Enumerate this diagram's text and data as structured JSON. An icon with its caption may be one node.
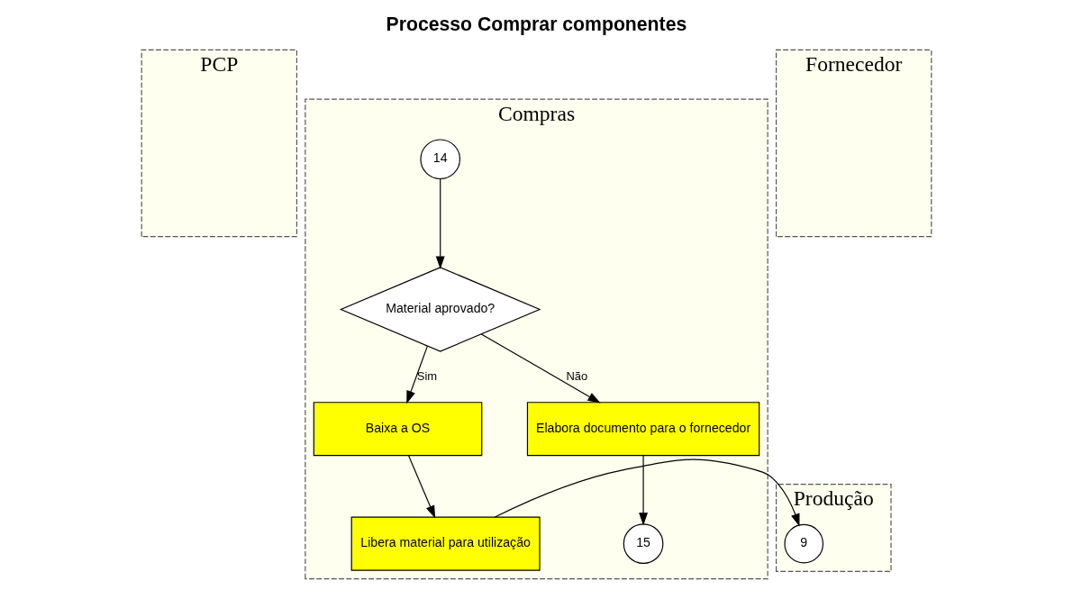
{
  "diagram": {
    "title": "Processo Comprar componentes",
    "nodes": [
      {
        "text": [
          "PCP"
        ]
      },
      {
        "text": [
          "Compras"
        ]
      },
      {
        "text": [
          "Fornecedor"
        ]
      },
      {
        "text": [
          "Produção"
        ]
      },
      {
        "text": [
          "14"
        ],
        "in": 1
      },
      {
        "text": [
          "15"
        ],
        "in": 1
      },
      {
        "text": [
          "Material aprovado?"
        ],
        "in": 1
      },
      {
        "text": [
          "Baixa a OS"
        ],
        "in": 1
      },
      {
        "text": [
          "Libera material para utilização"
        ],
        "in": 1
      },
      {
        "text": [
          "Elabora documento para o fornecedor"
        ],
        "in": 1
      },
      {
        "text": [
          "9"
        ],
        "in": 3
      }
    ],
    "edges": [
      {
        "from": 4,
        "to": 6,
        "arrow": "to"
      },
      {
        "from": 6,
        "to": 7,
        "arrow": "to",
        "label": "Sim"
      },
      {
        "from": 6,
        "to": 9,
        "arrow": "to",
        "label": "Não"
      },
      {
        "from": 7,
        "to": 8,
        "arrow": "to"
      },
      {
        "from": 8,
        "to": 10,
        "arrow": "to"
      },
      {
        "from": 9,
        "to": 5,
        "arrow": "to"
      }
    ]
  }
}
